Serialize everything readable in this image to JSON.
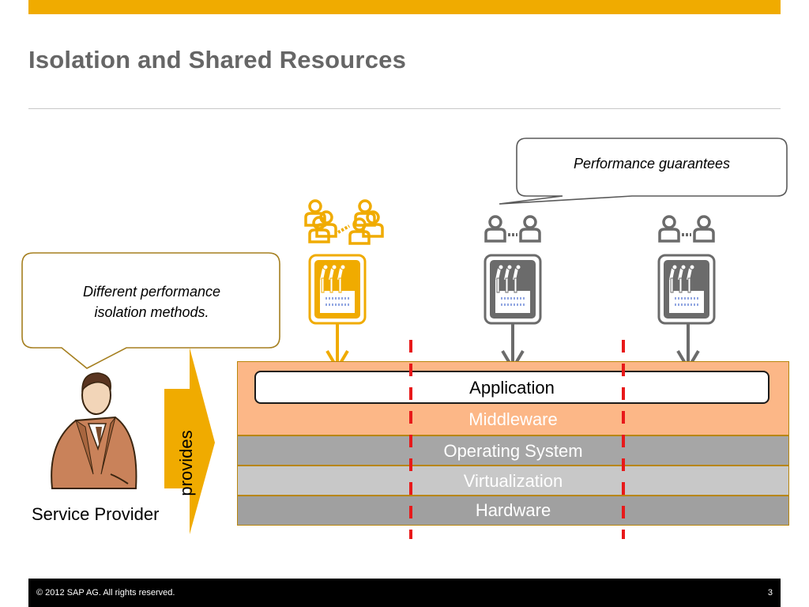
{
  "slide": {
    "title": "Isolation and Shared Resources",
    "page_number": "3"
  },
  "callouts": {
    "performance": "Performance guarantees",
    "isolation_line1": "Different performance",
    "isolation_line2": "isolation methods."
  },
  "stack": {
    "application": "Application",
    "middleware": "Middleware",
    "operating_system": "Operating System",
    "virtualization": "Virtualization",
    "hardware": "Hardware"
  },
  "provider": {
    "arrow_label": "provides",
    "label": "Service Provider"
  },
  "footer": {
    "copyright": "© 2012 SAP AG. All rights reserved."
  },
  "colors": {
    "accent": "#f0ab00",
    "tenant_gray": "#6b6b6b",
    "separator": "#e8191a",
    "middleware": "#fcb787"
  },
  "icons": [
    "factory-icon",
    "users-icon",
    "down-arrow-icon",
    "businessman-icon"
  ]
}
